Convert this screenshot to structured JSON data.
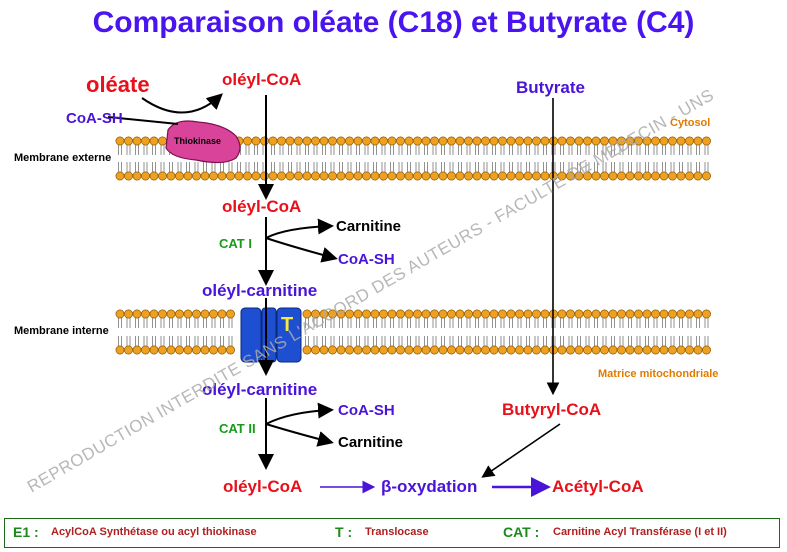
{
  "title": "Comparaison oléate (C18) et Butyrate (C4)",
  "watermark": "REPRODUCTION INTERDITE SANS L'ACCORD DES AUTEURS - FACULTE DE MEDECIN - UNS",
  "colors": {
    "title": "#4a14f0",
    "red": "#e8101a",
    "purple": "#4a14d8",
    "green": "#1a9a1a",
    "orange": "#e07a00",
    "thiokinase": "#d9439a",
    "translocase": "#1e4fd0",
    "lipid_head": "#f0a020"
  },
  "labels": {
    "oleate": "oléate",
    "coash_top": "CoA-SH",
    "oleylcoa_top": "oléyl-CoA",
    "butyrate": "Butyrate",
    "cytosol": "Cytosol",
    "thiokinase": "Thiokinase",
    "membrane_externe": "Membrane externe",
    "oleylcoa_mid": "oléyl-CoA",
    "carnitine_1": "Carnitine",
    "cat1": "CAT I",
    "coash_mid": "CoA-SH",
    "oleylcarnitine_1": "oléyl-carnitine",
    "membrane_interne": "Membrane interne",
    "translocase_letter": "T",
    "oleylcarnitine_2": "oléyl-carnitine",
    "matrice": "Matrice mitochondriale",
    "coash_low": "CoA-SH",
    "butyrylcoa": "Butyryl-CoA",
    "cat2": "CAT II",
    "carnitine_2": "Carnitine",
    "oleylcoa_bottom": "oléyl-CoA",
    "beta_oxydation": "β-oxydation",
    "acetylcoa": "Acétyl-CoA"
  },
  "legend": {
    "e1_key": "E1 :",
    "e1_value": "AcylCoA Synthétase ou acyl thiokinase",
    "t_key": "T :",
    "t_value": "Translocase",
    "cat_key": "CAT :",
    "cat_value": "Carnitine Acyl Transférase (I et II)"
  }
}
